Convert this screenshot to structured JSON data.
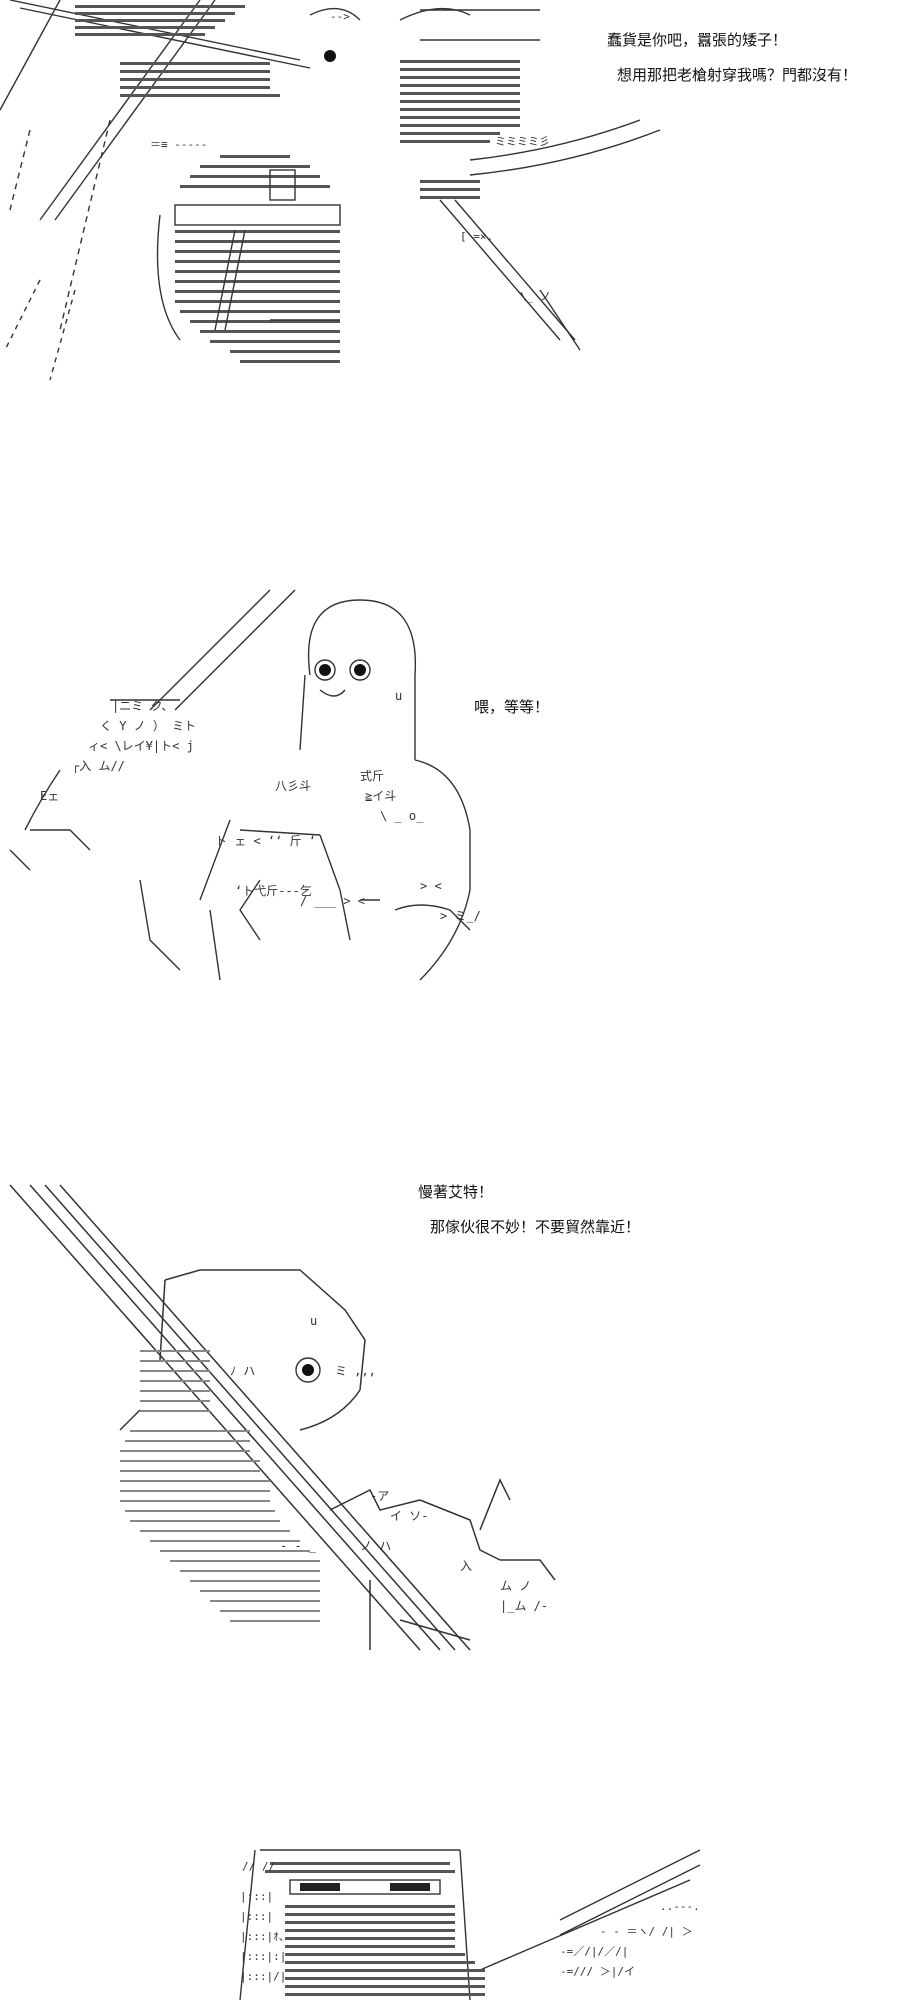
{
  "panels": [
    {
      "lines": [
        "蠢貨是你吧，囂張的矮子！",
        "想用那把老槍射穿我嗎？門都沒有！"
      ]
    },
    {
      "lines": [
        "喂，等等！"
      ]
    },
    {
      "lines": [
        "慢著艾特！",
        "那傢伙很不妙！不要貿然靠近！"
      ]
    }
  ],
  "colors": {
    "background": "#ffffff",
    "ink": "#111111",
    "art_ink": "#333333"
  }
}
